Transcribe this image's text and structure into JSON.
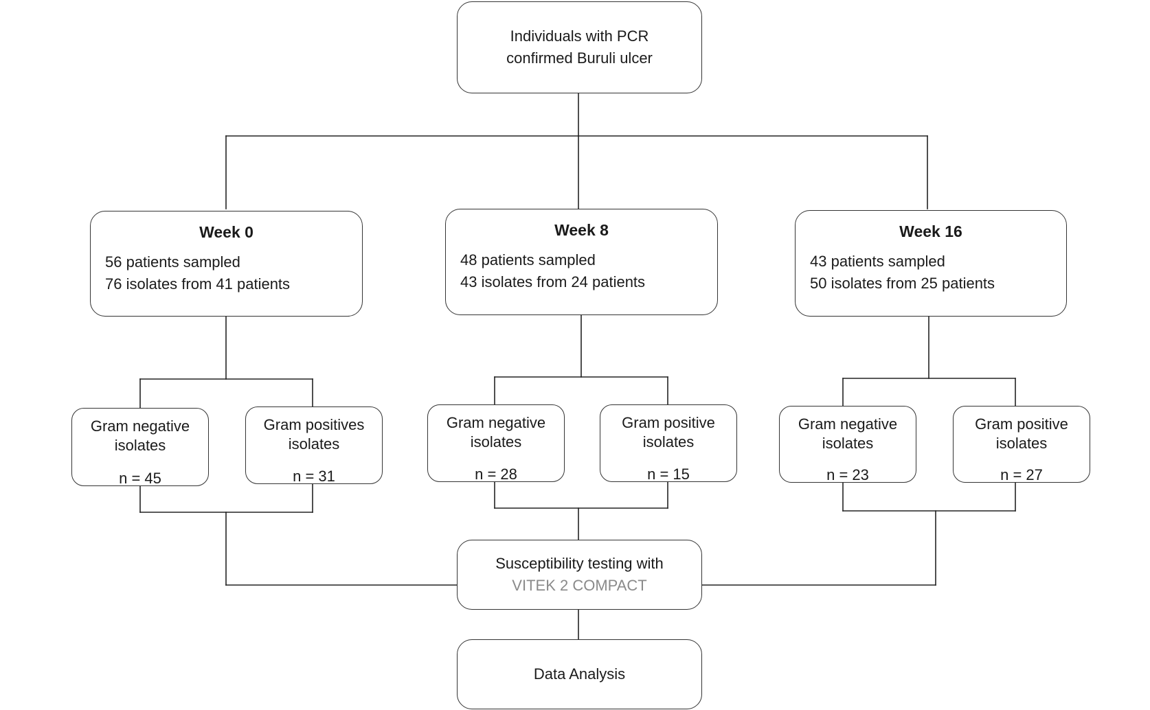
{
  "top_box": {
    "line1": "Individuals with PCR",
    "line2": "confirmed Buruli ulcer"
  },
  "weeks": [
    {
      "title": "Week 0",
      "patients": "56 patients sampled",
      "isolates": "76 isolates from 41 patients",
      "gram_negative": {
        "label1": "Gram negative",
        "label2": "isolates",
        "n": "n = 45"
      },
      "gram_positive": {
        "label1": "Gram positives",
        "label2": "isolates",
        "n": "n = 31"
      }
    },
    {
      "title": "Week 8",
      "patients": "48 patients sampled",
      "isolates": "43 isolates from 24 patients",
      "gram_negative": {
        "label1": "Gram negative",
        "label2": "isolates",
        "n": "n = 28"
      },
      "gram_positive": {
        "label1": "Gram positive",
        "label2": "isolates",
        "n": "n = 15"
      }
    },
    {
      "title": "Week 16",
      "patients": "43 patients sampled",
      "isolates": "50 isolates from 25 patients",
      "gram_negative": {
        "label1": "Gram negative",
        "label2": "isolates",
        "n": "n = 23"
      },
      "gram_positive": {
        "label1": "Gram positive",
        "label2": "isolates",
        "n": "n = 27"
      }
    }
  ],
  "susceptibility_box": {
    "line1": "Susceptibility testing with",
    "line2": "VITEK 2 COMPACT"
  },
  "analysis_box": {
    "label": "Data Analysis"
  },
  "colors": {
    "stroke": "#333333",
    "text": "#1a1a1a",
    "vitek_text": "#8a8a8a"
  }
}
